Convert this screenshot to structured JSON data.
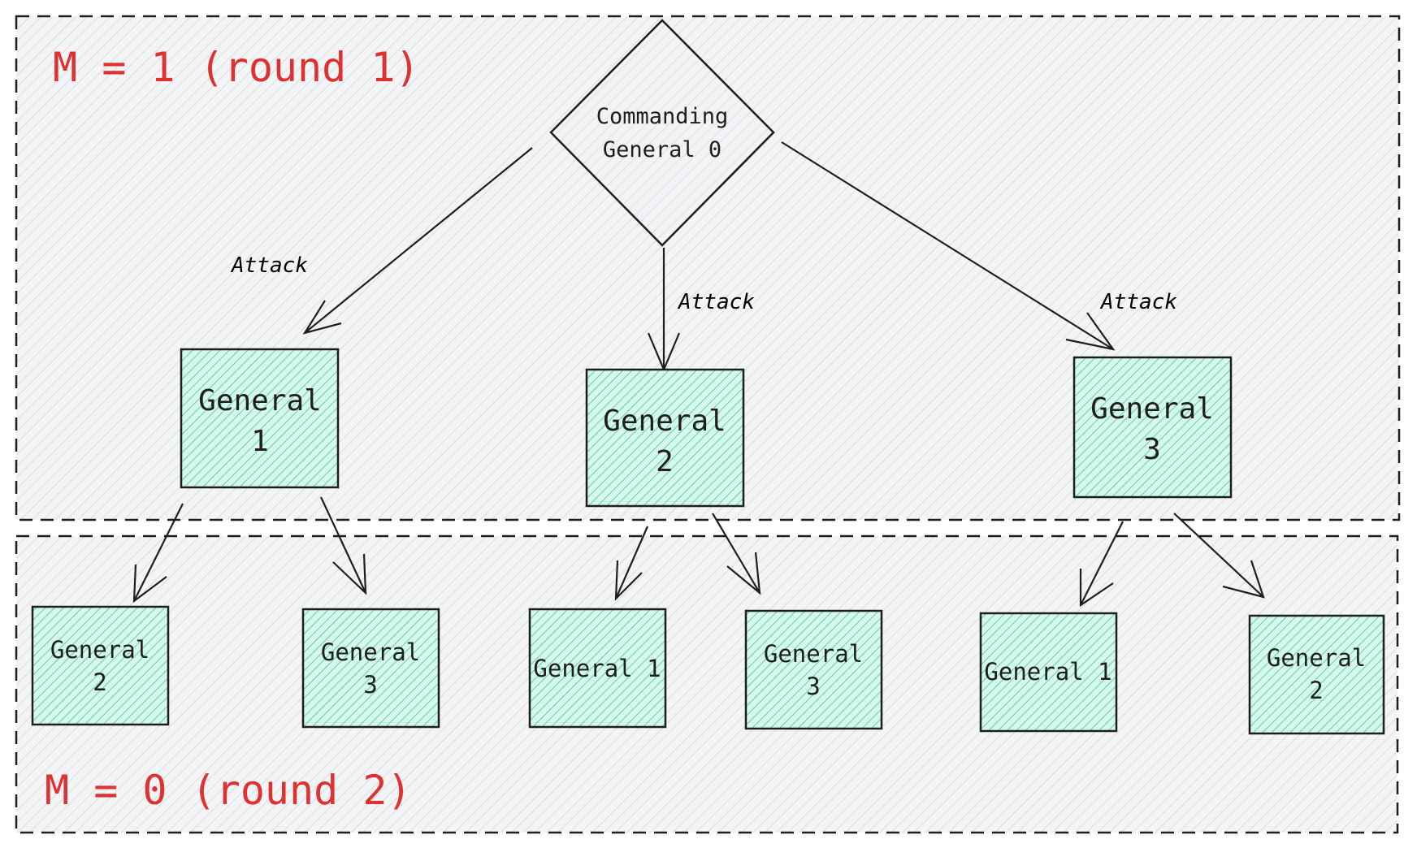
{
  "rounds": {
    "round1_label": "M = 1 (round 1)",
    "round2_label": "M = 0 (round 2)"
  },
  "colors": {
    "node_fill": "#b2f2e0",
    "accent_red": "#e03131",
    "stroke": "#1e1e1e",
    "region_fill": "#e9ecef",
    "diamond_fill": "#e9ecef"
  },
  "commander": {
    "line1": "Commanding",
    "line2": "General 0"
  },
  "edges": {
    "to_general1": "Attack",
    "to_general2": "Attack",
    "to_general3": "Attack"
  },
  "round1_nodes": [
    {
      "line1": "General",
      "line2": "1"
    },
    {
      "line1": "General",
      "line2": "2"
    },
    {
      "line1": "General",
      "line2": "3"
    }
  ],
  "round2_nodes": [
    {
      "line1": "General",
      "line2": "2"
    },
    {
      "line1": "General",
      "line2": "3"
    },
    {
      "line1": "General 1",
      "line2": ""
    },
    {
      "line1": "General",
      "line2": "3"
    },
    {
      "line1": "General 1",
      "line2": ""
    },
    {
      "line1": "General",
      "line2": "2"
    }
  ]
}
